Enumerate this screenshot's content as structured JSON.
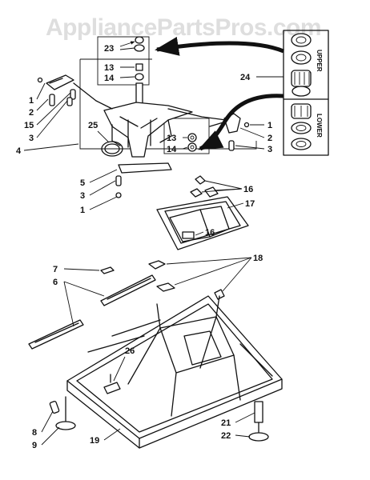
{
  "watermark": "AppliancePartsPros.com",
  "side_labels": {
    "upper": "UPPER",
    "lower": "LOWER"
  },
  "callouts": [
    {
      "id": "c23",
      "text": "23"
    },
    {
      "id": "c13a",
      "text": "13"
    },
    {
      "id": "c14a",
      "text": "14"
    },
    {
      "id": "c24",
      "text": "24"
    },
    {
      "id": "c1a",
      "text": "1"
    },
    {
      "id": "c2a",
      "text": "2"
    },
    {
      "id": "c15",
      "text": "15"
    },
    {
      "id": "c3a",
      "text": "3"
    },
    {
      "id": "c4",
      "text": "4"
    },
    {
      "id": "c25",
      "text": "25"
    },
    {
      "id": "c1b",
      "text": "1"
    },
    {
      "id": "c2b",
      "text": "2"
    },
    {
      "id": "c3b",
      "text": "3"
    },
    {
      "id": "c13b",
      "text": "13"
    },
    {
      "id": "c14b",
      "text": "14"
    },
    {
      "id": "c5",
      "text": "5"
    },
    {
      "id": "c3c",
      "text": "3"
    },
    {
      "id": "c1c",
      "text": "1"
    },
    {
      "id": "c16a",
      "text": "16"
    },
    {
      "id": "c17",
      "text": "17"
    },
    {
      "id": "c16b",
      "text": "16"
    },
    {
      "id": "c18",
      "text": "18"
    },
    {
      "id": "c7",
      "text": "7"
    },
    {
      "id": "c6",
      "text": "6"
    },
    {
      "id": "c26",
      "text": "26"
    },
    {
      "id": "c8",
      "text": "8"
    },
    {
      "id": "c9",
      "text": "9"
    },
    {
      "id": "c19",
      "text": "19"
    },
    {
      "id": "c21",
      "text": "21"
    },
    {
      "id": "c22",
      "text": "22"
    }
  ]
}
